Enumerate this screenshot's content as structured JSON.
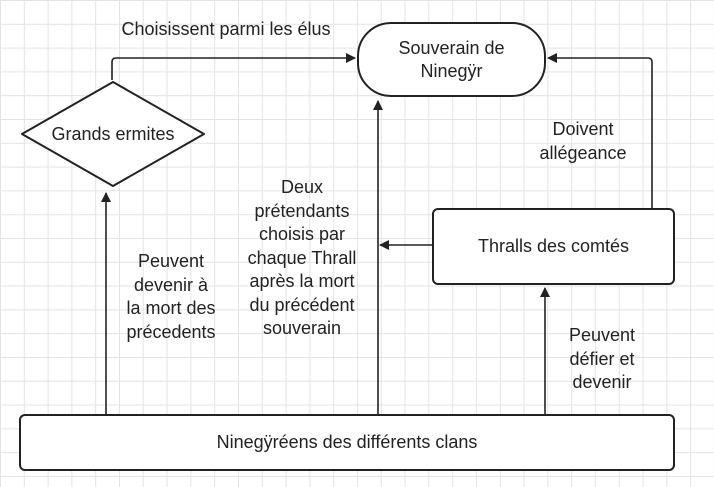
{
  "nodes": {
    "sovereign": "Souverain de\nNinegÿr",
    "hermits": "Grands ermites",
    "thralls": "Thralls des comtés",
    "clans": "Ninegÿréens des différents clans"
  },
  "edges": {
    "hermits_to_sovereign": "Choisissent parmi les élus",
    "thralls_to_sovereign": "Doivent\nallégeance",
    "clans_to_hermits": "Peuvent\ndevenir à\nla mort des\nprécedents",
    "clans_to_sovereign": "Deux\nprétendants\nchoisis par\nchaque Thrall\naprès la mort\ndu précédent\nsouverain",
    "clans_to_thralls": "Peuvent\ndéfier et\ndevenir"
  },
  "colors": {
    "stroke": "#222222",
    "grid": "#e3e3e3",
    "fill": "#ffffff"
  }
}
